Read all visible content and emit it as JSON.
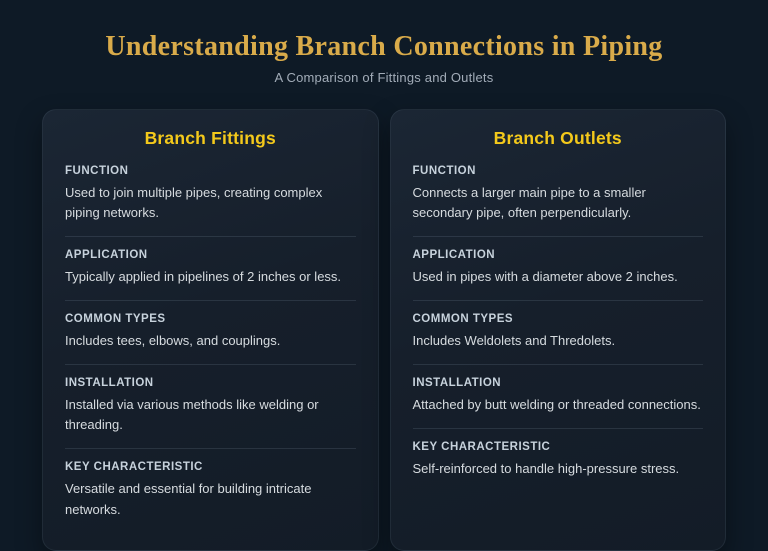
{
  "page": {
    "title": "Understanding Branch Connections in Piping",
    "subtitle": "A Comparison of Fittings and Outlets"
  },
  "colors": {
    "background": "#0e1a26",
    "card_background": "#161f2b",
    "title_gold": "#d9ab4a",
    "card_title_yellow": "#f4c91b",
    "section_label": "#c7d2dc",
    "body_text": "#d6dbdf",
    "subtitle_text": "#a2acb8"
  },
  "cards": [
    {
      "title": "Branch Fittings",
      "sections": [
        {
          "label": "FUNCTION",
          "text": "Used to join multiple pipes, creating complex piping networks."
        },
        {
          "label": "APPLICATION",
          "text": "Typically applied in pipelines of 2 inches or less."
        },
        {
          "label": "COMMON TYPES",
          "text": "Includes tees, elbows, and couplings."
        },
        {
          "label": "INSTALLATION",
          "text": "Installed via various methods like welding or threading."
        },
        {
          "label": "KEY CHARACTERISTIC",
          "text": "Versatile and essential for building intricate networks."
        }
      ]
    },
    {
      "title": "Branch Outlets",
      "sections": [
        {
          "label": "FUNCTION",
          "text": "Connects a larger main pipe to a smaller secondary pipe, often perpendicularly."
        },
        {
          "label": "APPLICATION",
          "text": "Used in pipes with a diameter above 2 inches."
        },
        {
          "label": "COMMON TYPES",
          "text": "Includes Weldolets and Thredolets."
        },
        {
          "label": "INSTALLATION",
          "text": "Attached by butt welding or threaded connections."
        },
        {
          "label": "KEY CHARACTERISTIC",
          "text": "Self-reinforced to handle high-pressure stress."
        }
      ]
    }
  ]
}
